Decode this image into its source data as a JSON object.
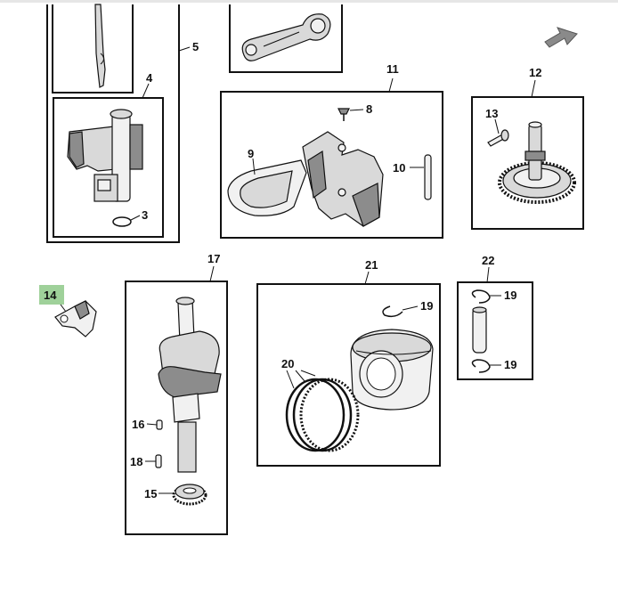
{
  "callouts": {
    "c3": "3",
    "c4": "4",
    "c5": "5",
    "c8": "8",
    "c9": "9",
    "c10": "10",
    "c11": "11",
    "c12": "12",
    "c13": "13",
    "c14": "14",
    "c15": "15",
    "c16": "16",
    "c17": "17",
    "c18": "18",
    "c19a": "19",
    "c19b": "19",
    "c19c": "19",
    "c20": "20",
    "c21": "21",
    "c22": "22"
  },
  "colors": {
    "highlight": "#9fd19a",
    "nav_arrow": "#8a8a8a"
  },
  "icons": {
    "nav_arrow": "arrow-down-left-icon"
  }
}
